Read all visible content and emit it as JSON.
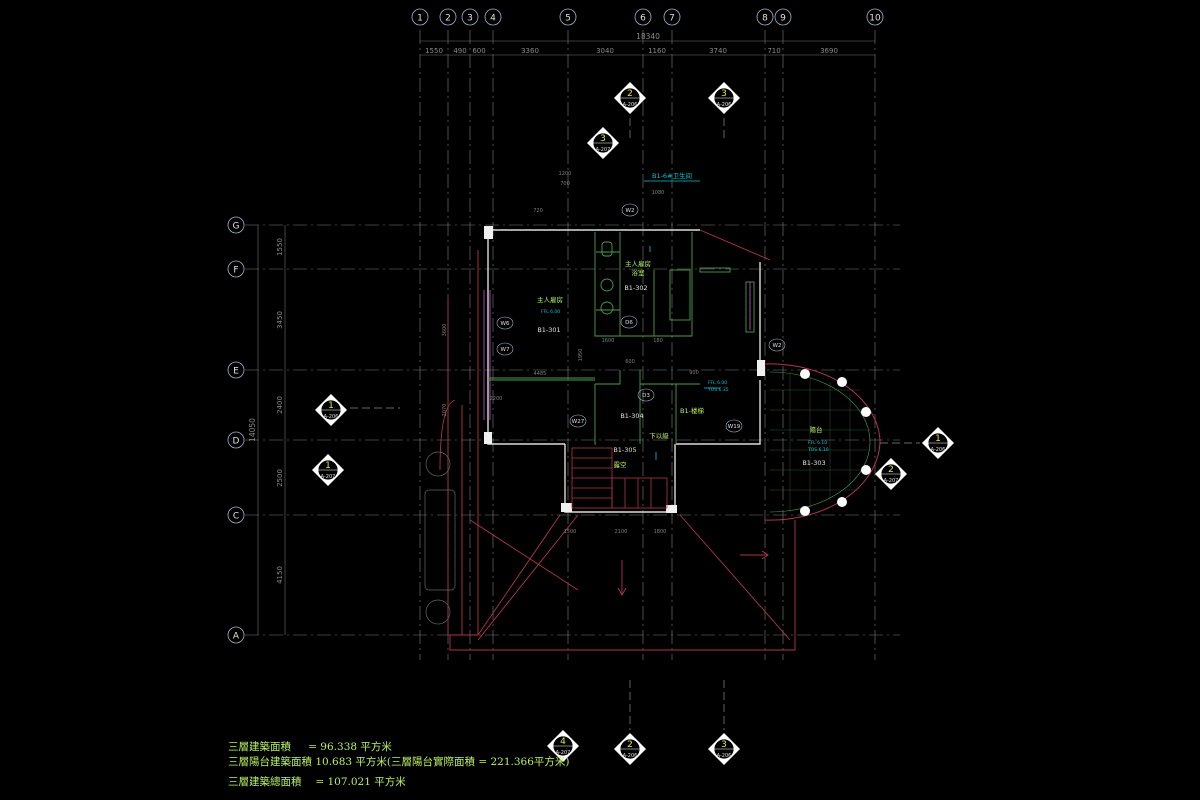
{
  "grid_columns": [
    "1",
    "2",
    "3",
    "4",
    "5",
    "6",
    "7",
    "8",
    "9",
    "10"
  ],
  "grid_rows": [
    "G",
    "F",
    "E",
    "D",
    "C",
    "A"
  ],
  "dims_top": {
    "overall": "18340",
    "segments": [
      "1550",
      "490",
      "600",
      "3360",
      "3040",
      "1160",
      "3740",
      "710",
      "3690"
    ]
  },
  "dims_left": {
    "overall": "14050",
    "segments": [
      "1550",
      "3450",
      "2400",
      "2500",
      "4150"
    ]
  },
  "section_marks": [
    {
      "num": "2",
      "sheet": "A-206"
    },
    {
      "num": "3",
      "sheet": "A-206"
    },
    {
      "num": "3",
      "sheet": "A-207"
    },
    {
      "num": "1",
      "sheet": "A-206"
    },
    {
      "num": "1",
      "sheet": "A-207"
    },
    {
      "num": "1",
      "sheet": "A-206"
    },
    {
      "num": "2",
      "sheet": "A-207"
    },
    {
      "num": "4",
      "sheet": "A-207"
    },
    {
      "num": "2",
      "sheet": "A-206"
    },
    {
      "num": "3",
      "sheet": "A-206"
    }
  ],
  "rooms": {
    "master_bedroom": {
      "name": "主人雇房",
      "id": "B1-301"
    },
    "master_bath": {
      "name": "主人雇房",
      "sub": "浴室",
      "id": "B1-302"
    },
    "room_304": {
      "id": "B1-304"
    },
    "stair": {
      "name": "B1-楼梯"
    },
    "room_305": {
      "id": "B1-305",
      "sub": "露空"
    },
    "balcony": {
      "name": "陽台",
      "id": "B1-303"
    },
    "down_label": "下以級",
    "bath_tag": "B1-6#卫生间"
  },
  "tags": {
    "w2_top": "W2",
    "w6": "W6",
    "w7": "W7",
    "d6": "D6",
    "d3": "D3",
    "w27": "W27",
    "w19": "W19",
    "w2_right": "W2"
  },
  "inner_dims": {
    "d4485": "4485",
    "d1950": "1950",
    "d1080": "1080",
    "d1200": "1200",
    "d700": "700",
    "d1500": "1500",
    "d1600": "1600",
    "d2100": "2100",
    "d3600": "3600",
    "d1800": "1800",
    "d2070": "2070",
    "d2200": "2200",
    "d720": "720",
    "d600": "600",
    "d900": "900",
    "d180": "180"
  },
  "notes": {
    "line1": "三層建築面積 　 = 96.338 平方米",
    "line2": "三層陽台建築面積 10.683 平方米(三層陽台實際面積 = 221.366平方米)",
    "line3": "三層建築總面積 　= 107.021 平方米"
  }
}
